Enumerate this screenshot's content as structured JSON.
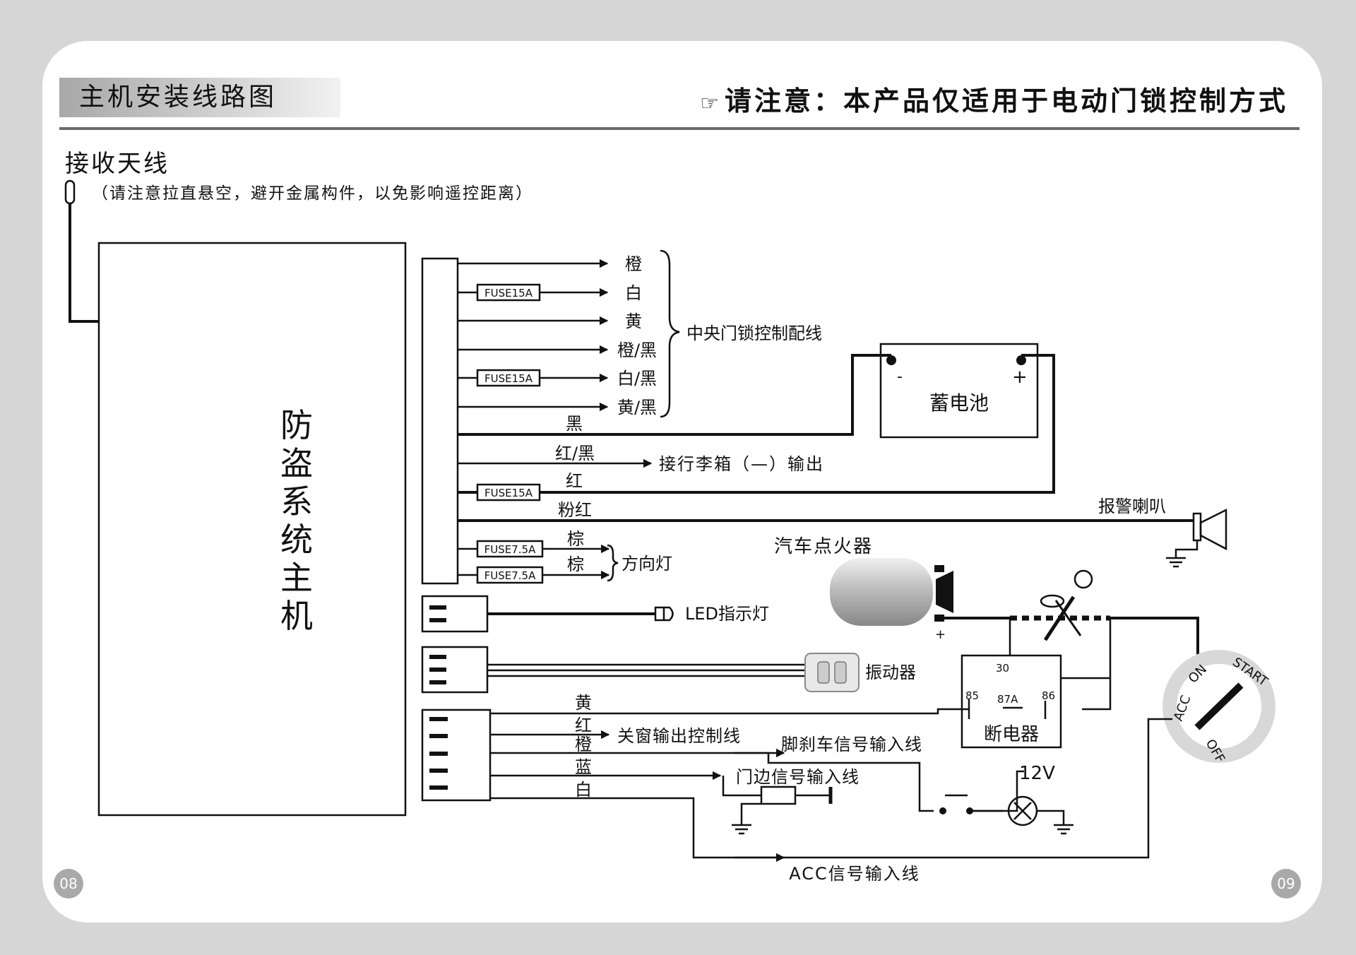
{
  "header": {
    "title": "主机安装线路图",
    "notice": "请注意：本产品仅适用于电动门锁控制方式",
    "notice_icon": "pointing-hand-icon"
  },
  "antenna": {
    "label": "接收天线",
    "note": "（请注意拉直悬空，避开金属构件，以免影响遥控距离）"
  },
  "main_unit": {
    "label_chars": [
      "防",
      "盗",
      "系",
      "统",
      "主",
      "机"
    ]
  },
  "connector_wires": {
    "door_lock_wires": [
      "橙",
      "白",
      "黄",
      "橙/黑",
      "白/黑",
      "黄/黑"
    ],
    "door_lock_group_label": "中央门锁控制配线",
    "black": "黑",
    "red_black": "红/黑",
    "trunk_output": "接行李箱（—）输出",
    "red": "红",
    "pink_red": "粉红",
    "horn": "报警喇叭",
    "brown_1": "棕",
    "brown_2": "棕",
    "turn_signal": "方向灯"
  },
  "fuses": [
    "FUSE15A",
    "FUSE15A",
    "FUSE15A",
    "FUSE7.5A",
    "FUSE7.5A"
  ],
  "battery": {
    "label": "蓄电池",
    "minus": "-",
    "plus": "+"
  },
  "ignition": {
    "label": "汽车点火器",
    "plus": "+"
  },
  "led": {
    "label": "LED指示灯"
  },
  "vibration": {
    "label": "振动器"
  },
  "relay": {
    "label": "断电器",
    "pin_30": "30",
    "pin_85": "85",
    "pin_87a": "87A",
    "pin_86": "86"
  },
  "key_switch": {
    "positions": [
      "OFF",
      "ACC",
      "ON",
      "START"
    ]
  },
  "lower_wires": {
    "yellow": "黄",
    "red": "红",
    "window_output": "关窗输出控制线",
    "orange": "橙",
    "brake_input": "脚刹车信号输入线",
    "blue": "蓝",
    "door_input": "门边信号输入线",
    "white": "白",
    "voltage": "12V",
    "acc_input": "ACC信号输入线"
  },
  "page_numbers": {
    "left": "08",
    "right": "09"
  }
}
